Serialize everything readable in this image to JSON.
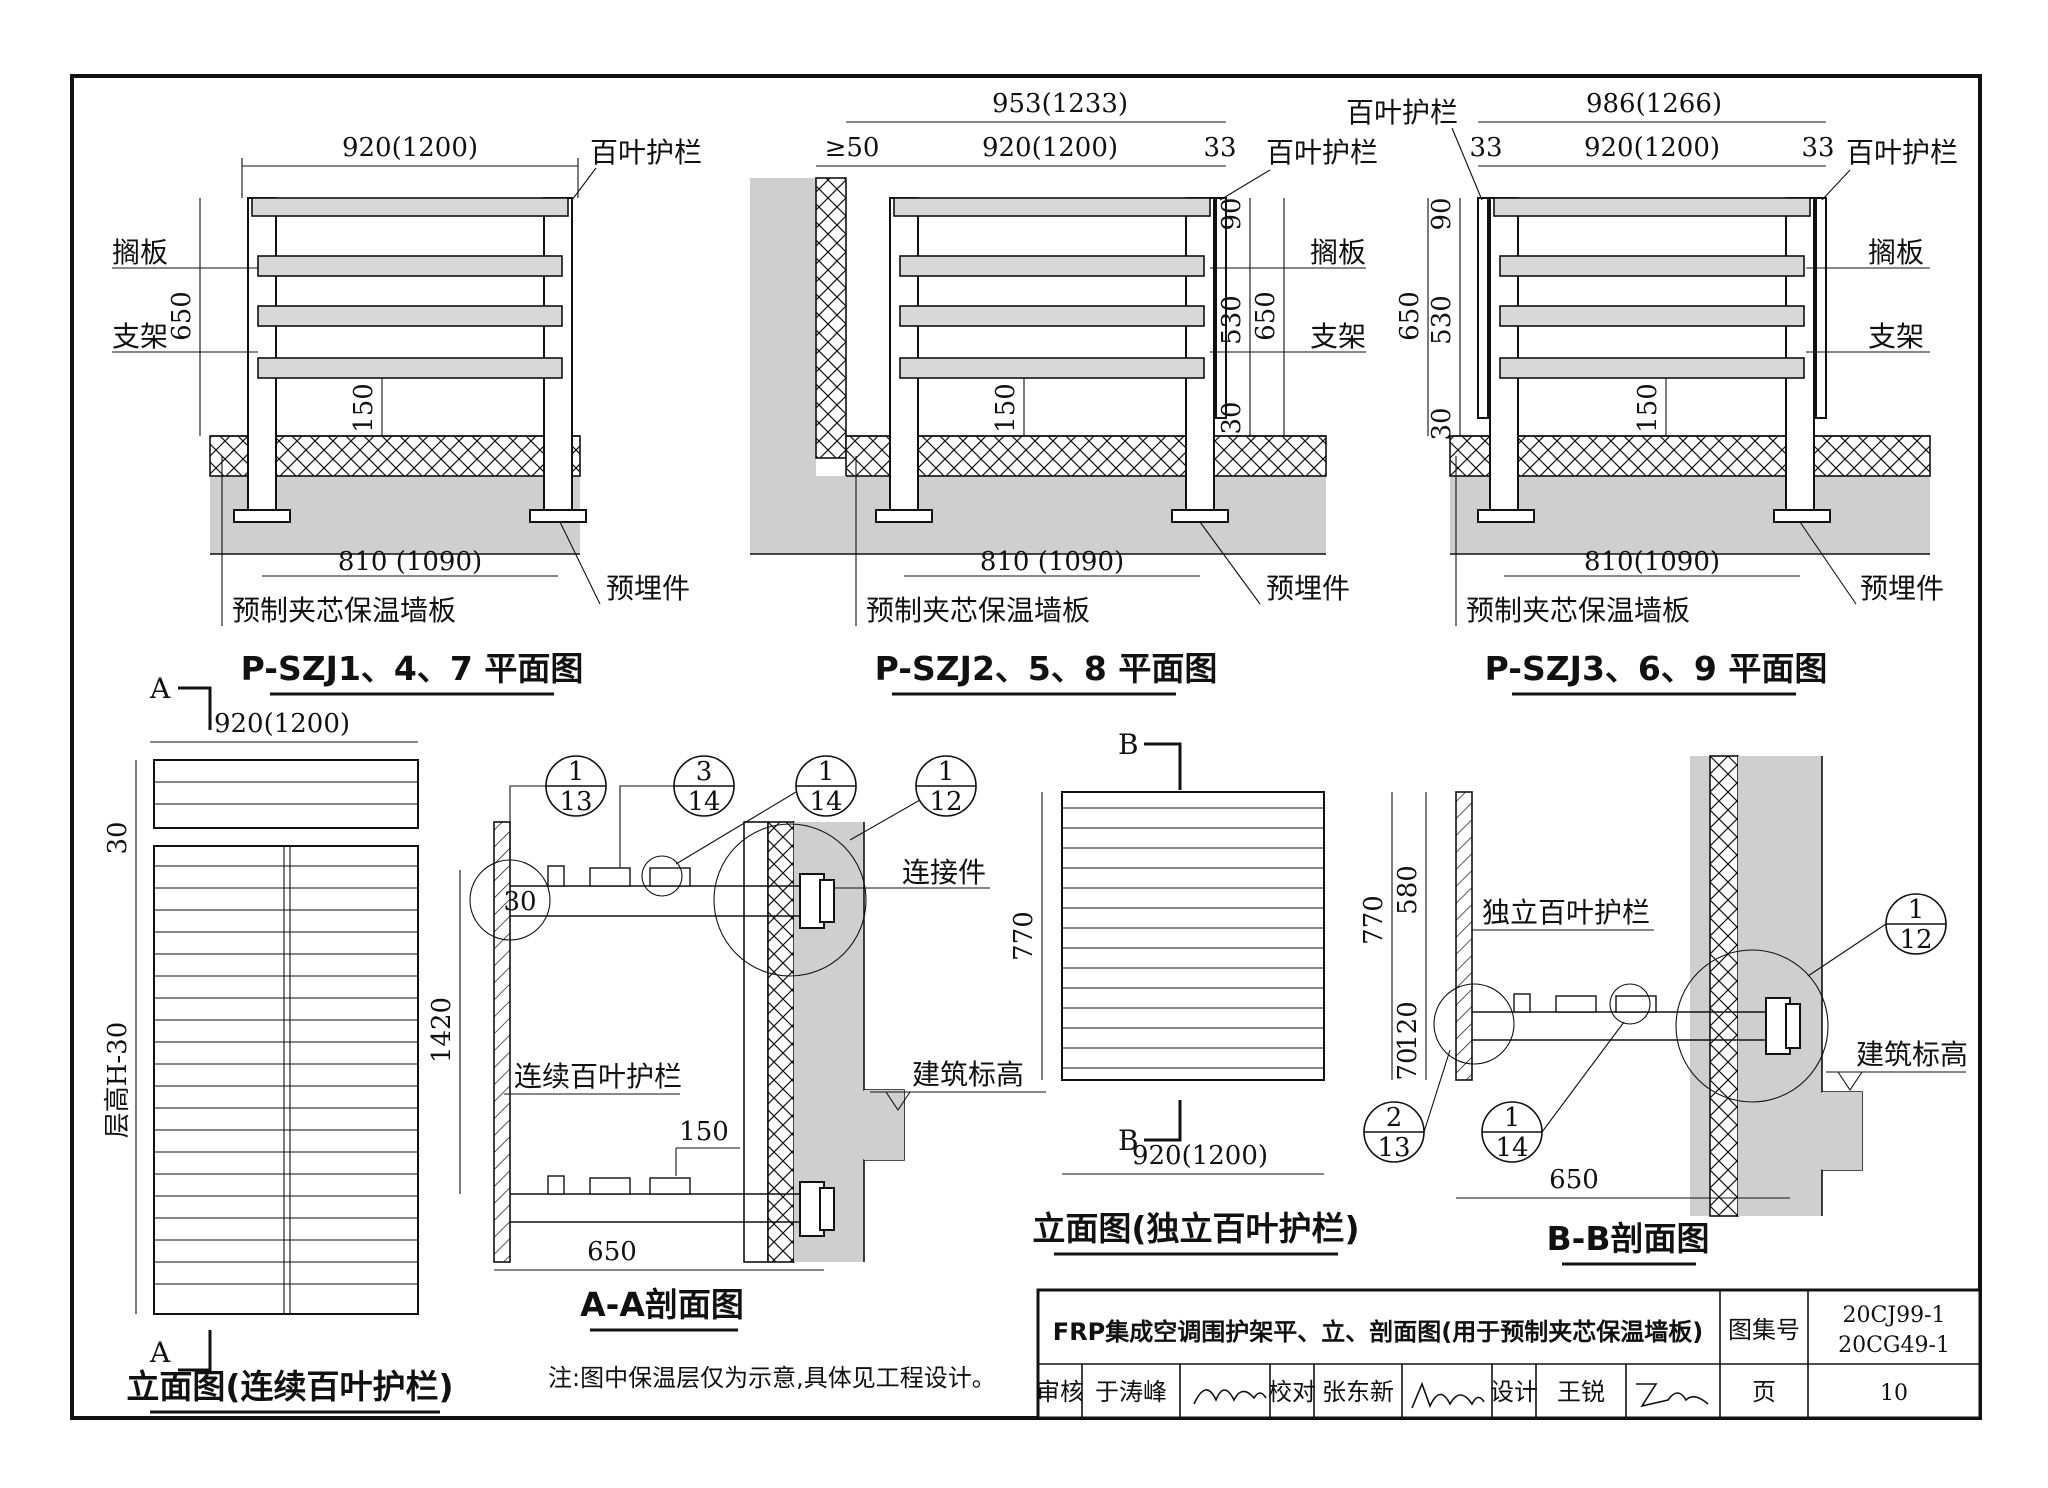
{
  "plans": [
    {
      "title": "P-SZJ1、4、7 平面图",
      "dim_top": "920(1200)",
      "dim_bottom": "810 (1090)",
      "dim_height": "650",
      "dim_150": "150",
      "label_louver": "百叶护栏",
      "label_shelf": "搁板",
      "label_bracket": "支架",
      "label_embed": "预埋件",
      "label_wall": "预制夹芯保温墙板"
    },
    {
      "title": "P-SZJ2、5、8 平面图",
      "dim_total": "953(1233)",
      "dim_top": "920(1200)",
      "dim_min": "≥50",
      "dim_33": "33",
      "dim_bottom": "810 (1090)",
      "dim_90": "90",
      "dim_530": "530",
      "dim_650": "650",
      "dim_30": "30",
      "dim_150": "150",
      "label_louver": "百叶护栏",
      "label_shelf": "搁板",
      "label_bracket": "支架",
      "label_embed": "预埋件",
      "label_wall": "预制夹芯保温墙板"
    },
    {
      "title": "P-SZJ3、6、9 平面图",
      "dim_total": "986(1266)",
      "dim_top": "920(1200)",
      "dim_33a": "33",
      "dim_33b": "33",
      "dim_bottom": "810(1090)",
      "dim_90": "90",
      "dim_530": "530",
      "dim_650": "650",
      "dim_30": "30",
      "dim_150": "150",
      "label_louver_l": "百叶护栏",
      "label_louver_r": "百叶护栏",
      "label_shelf": "搁板",
      "label_bracket": "支架",
      "label_embed": "预埋件",
      "label_wall": "预制夹芯保温墙板"
    }
  ],
  "elev_cont": {
    "title": "立面图(连续百叶护栏)",
    "section_mark": "A",
    "dim_width": "920(1200)",
    "dim_30": "30",
    "dim_height": "层高H-30"
  },
  "section_aa": {
    "title": "A-A剖面图",
    "callouts": [
      {
        "num": "1",
        "den": "13"
      },
      {
        "num": "3",
        "den": "14"
      },
      {
        "num": "1",
        "den": "14"
      },
      {
        "num": "1",
        "den": "12"
      }
    ],
    "label_connector": "连接件",
    "label_cont_louver": "连续百叶护栏",
    "label_building_level": "建筑标高",
    "dim_1420": "1420",
    "dim_150": "150",
    "dim_650": "650",
    "dim_30": "30"
  },
  "elev_ind": {
    "title": "立面图(独立百叶护栏)",
    "section_mark": "B",
    "dim_770": "770",
    "dim_width": "920(1200)"
  },
  "section_bb": {
    "title": "B-B剖面图",
    "callouts": [
      {
        "num": "1",
        "den": "12"
      },
      {
        "num": "2",
        "den": "13"
      },
      {
        "num": "1",
        "den": "14"
      }
    ],
    "label_ind_louver": "独立百叶护栏",
    "label_building_level": "建筑标高",
    "dim_770": "770",
    "dim_580": "580",
    "dim_120": "120",
    "dim_70": "70",
    "dim_650": "650"
  },
  "note": "注:图中保温层仅为示意,具体见工程设计。",
  "title_block": {
    "drawing_title": "FRP集成空调围护架平、立、剖面图(用于预制夹芯保温墙板)",
    "atlas_label": "图集号",
    "atlas_no_1": "20CJ99-1",
    "atlas_no_2": "20CG49-1",
    "review_label": "审核",
    "reviewer": "于涛峰",
    "check_label": "校对",
    "checker": "张东新",
    "design_label": "设计",
    "designer": "王锐",
    "page_label": "页",
    "page_no": "10"
  }
}
